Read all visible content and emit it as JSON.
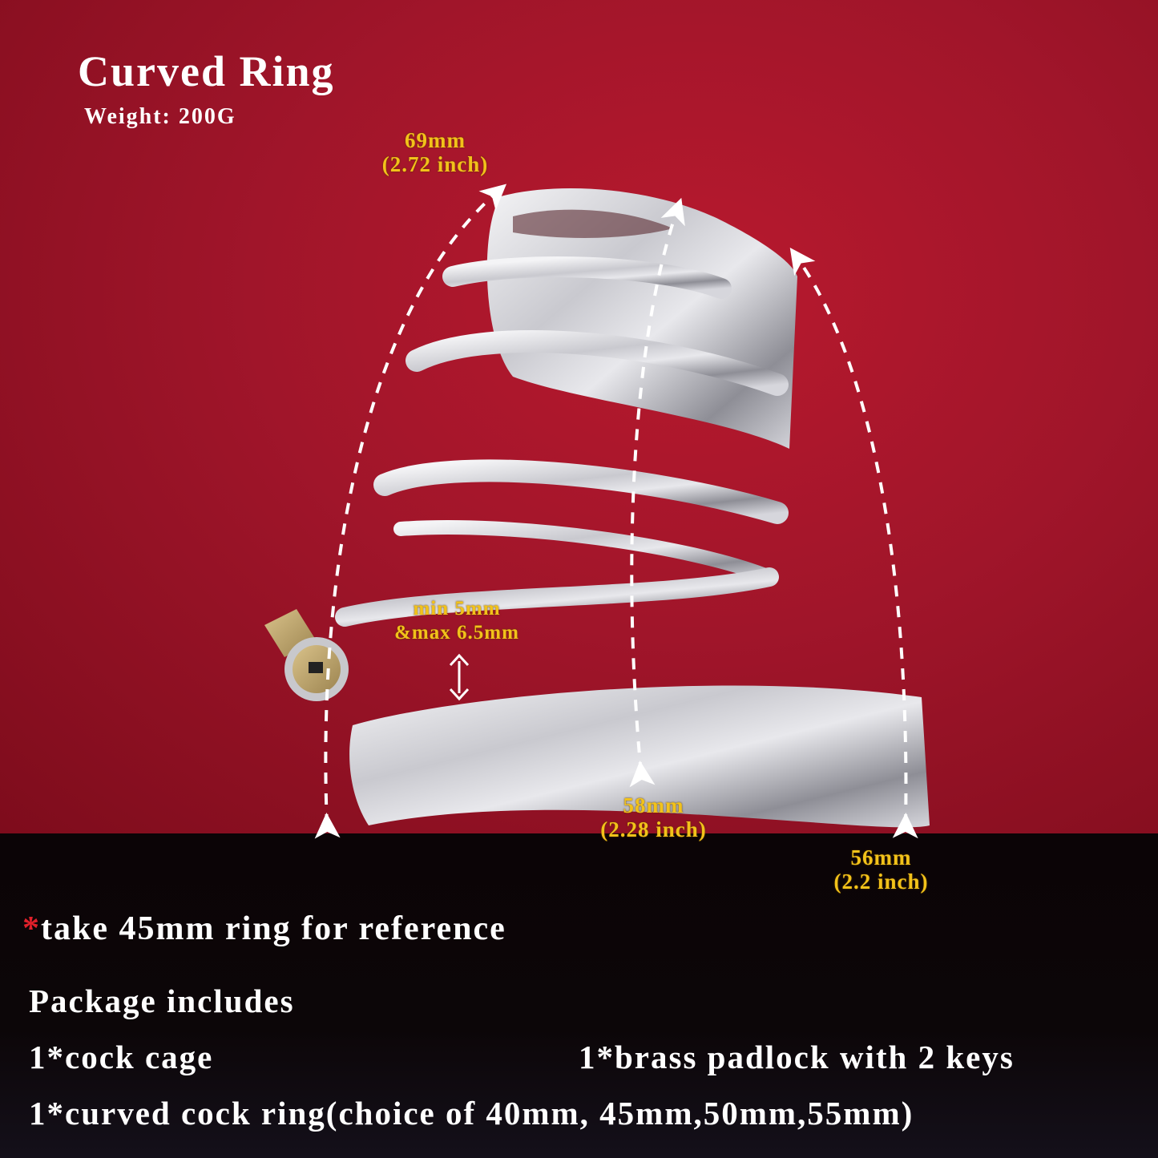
{
  "header": {
    "title": "Curved Ring",
    "weight": "Weight:  200G"
  },
  "dimensions": {
    "height_top": {
      "mm": "69mm",
      "inch": "(2.72 inch)"
    },
    "gap": {
      "line1": "min 5mm",
      "line2": "&max 6.5mm"
    },
    "height_middle": {
      "mm": "58mm",
      "inch": "(2.28 inch)"
    },
    "height_back": {
      "mm": "56mm",
      "inch": "(2.2 inch)"
    }
  },
  "note": {
    "asterisk": "*",
    "text": "take 45mm ring for reference"
  },
  "package": {
    "heading": "Package includes",
    "items": [
      "1*cock cage",
      "1*brass padlock with 2 keys",
      "1*curved cock ring(choice of 40mm, 45mm,50mm,55mm)"
    ]
  },
  "colors": {
    "background_top": "#a0152a",
    "background_bottom": "#0b0406",
    "dimension_text": "#f2c21a",
    "heading_text": "#ffffff",
    "asterisk": "#e0202a"
  }
}
